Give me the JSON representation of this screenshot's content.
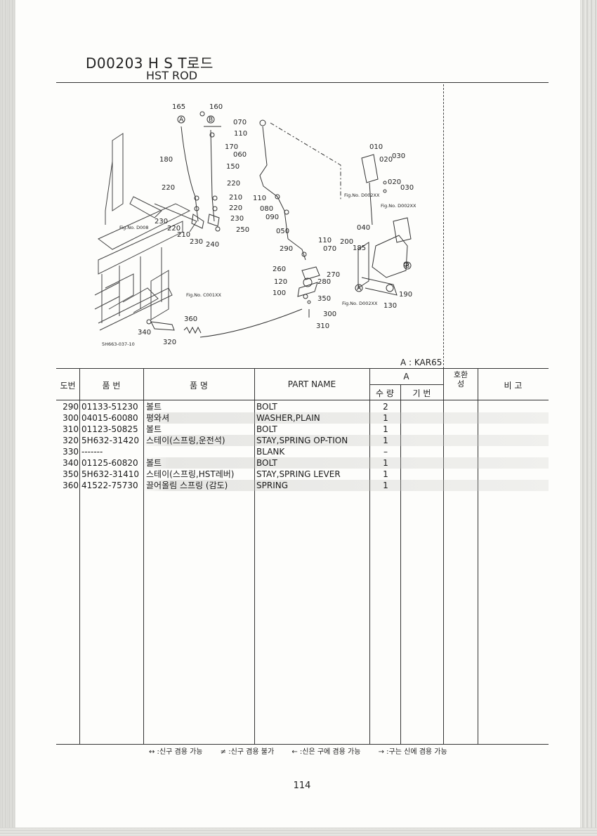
{
  "header": {
    "code_title": "D00203 H S T로드",
    "en_title": "HST ROD"
  },
  "diagram": {
    "callouts": [
      "165",
      "160",
      "170",
      "180",
      "150",
      "220",
      "220",
      "210",
      "220",
      "230",
      "230",
      "220",
      "210",
      "230",
      "240",
      "250",
      "070",
      "110",
      "060",
      "110",
      "080",
      "090",
      "050",
      "290",
      "110",
      "070",
      "260",
      "270",
      "120",
      "280",
      "100",
      "350",
      "300",
      "310",
      "360",
      "340",
      "320",
      "010",
      "020",
      "030",
      "020",
      "030",
      "040",
      "200",
      "185",
      "190",
      "130"
    ],
    "markers": [
      "A",
      "B",
      "A",
      "B"
    ],
    "fig_refs": [
      "Fig.No. D008",
      "Fig.No. D002XX",
      "Fig.No. D002XX",
      "Fig.No. C001XX",
      "Fig.No. D002XX"
    ],
    "drawing_code": "5H663-037-10"
  },
  "model_note": "A : KAR65",
  "table": {
    "headers": {
      "ref": "도번",
      "part_no": "품  번",
      "part_name_kr": "품    명",
      "part_name_en": "PART NAME",
      "group": "A",
      "qty": "수 량",
      "base": "기 번",
      "compat": "호환성",
      "remarks": "비  고"
    },
    "rows": [
      {
        "ref": "290",
        "part_no": "01133-51230",
        "name_kr": "볼트",
        "name_en": "BOLT",
        "qty": "2"
      },
      {
        "ref": "300",
        "part_no": "04015-60080",
        "name_kr": "평와셔",
        "name_en": "WASHER,PLAIN",
        "qty": "1"
      },
      {
        "ref": "310",
        "part_no": "01123-50825",
        "name_kr": "볼트",
        "name_en": "BOLT",
        "qty": "1"
      },
      {
        "ref": "320",
        "part_no": "5H632-31420",
        "name_kr": "스테이(스프링,운전석)",
        "name_en": "STAY,SPRING OP-TION",
        "qty": "1"
      },
      {
        "ref": "330",
        "part_no": "-------",
        "name_kr": "",
        "name_en": "BLANK",
        "qty": "–"
      },
      {
        "ref": "340",
        "part_no": "01125-60820",
        "name_kr": "볼트",
        "name_en": "BOLT",
        "qty": "1"
      },
      {
        "ref": "350",
        "part_no": "5H632-31410",
        "name_kr": "스테이(스프링,HST레버)",
        "name_en": "STAY,SPRING LEVER",
        "qty": "1"
      },
      {
        "ref": "360",
        "part_no": "41522-75730",
        "name_kr": "끌어올림 스프링 (감도)",
        "name_en": "SPRING",
        "qty": "1"
      }
    ]
  },
  "legend": [
    "↔ :신구 겸용 가능",
    "≠ :신구 겸용 불가",
    "← :신은 구에 겸용 가능",
    "→ :구는 신에 겸용 가능"
  ],
  "page_number": "114"
}
